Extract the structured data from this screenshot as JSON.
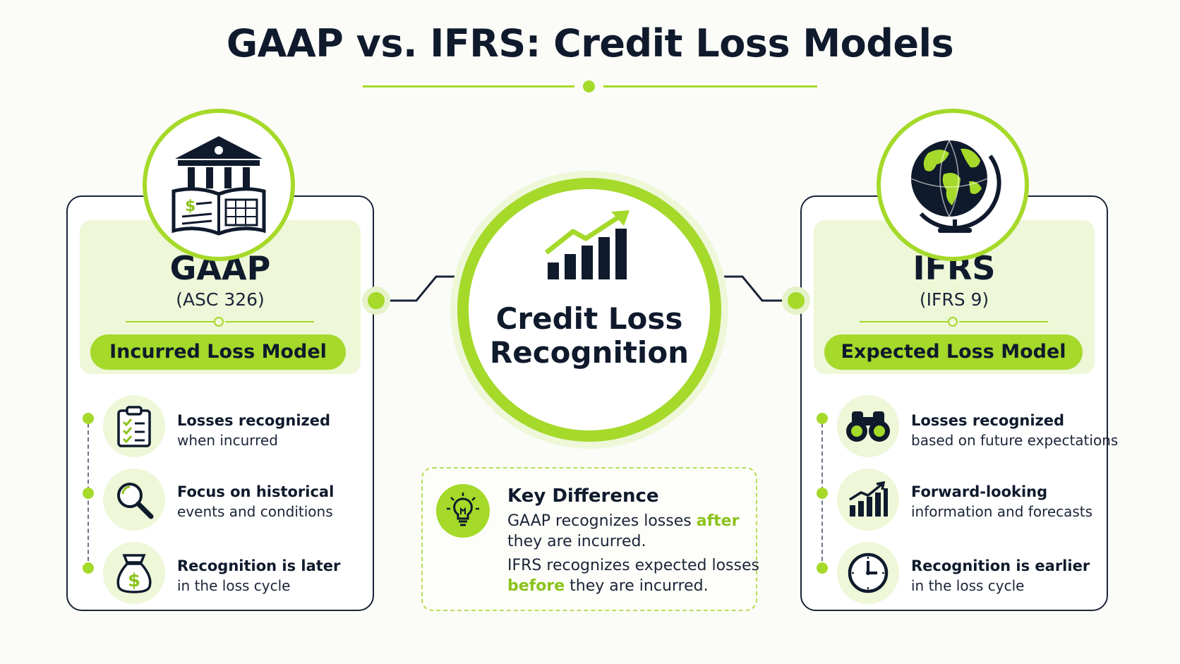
{
  "title": "GAAP vs. IFRS: Credit Loss Models",
  "center": {
    "label_line1": "Credit Loss",
    "label_line2": "Recognition"
  },
  "gaap": {
    "name": "GAAP",
    "standard": "(ASC 326)",
    "model": "Incurred Loss Model",
    "items": [
      {
        "title": "Losses recognized",
        "subtitle": "when incurred",
        "icon": "clipboard-checklist-icon"
      },
      {
        "title": "Focus on historical",
        "subtitle": "events and conditions",
        "icon": "magnifying-glass-icon"
      },
      {
        "title": "Recognition is later",
        "subtitle": "in the loss cycle",
        "icon": "money-bag-icon"
      }
    ],
    "header_icon": "bank-ledger-icon"
  },
  "ifrs": {
    "name": "IFRS",
    "standard": "(IFRS 9)",
    "model": "Expected Loss Model",
    "items": [
      {
        "title": "Losses recognized",
        "subtitle": "based on future expectations",
        "icon": "binoculars-icon"
      },
      {
        "title": "Forward-looking",
        "subtitle": "information and forecasts",
        "icon": "rising-bar-chart-icon"
      },
      {
        "title": "Recognition is earlier",
        "subtitle": "in the loss cycle",
        "icon": "clock-icon"
      }
    ],
    "header_icon": "globe-icon"
  },
  "key_difference": {
    "title": "Key Difference",
    "gaap_part1": "GAAP recognizes losses ",
    "gaap_highlight": "after",
    "gaap_part2": "they are incurred.",
    "ifrs_part1": "IFRS recognizes expected losses",
    "ifrs_highlight": "before",
    "ifrs_part2": " they are incurred.",
    "icon": "lightbulb-icon"
  },
  "colors": {
    "accent": "#a5d92a",
    "accent_light": "#eef7d8",
    "ink": "#0f1a2c"
  }
}
